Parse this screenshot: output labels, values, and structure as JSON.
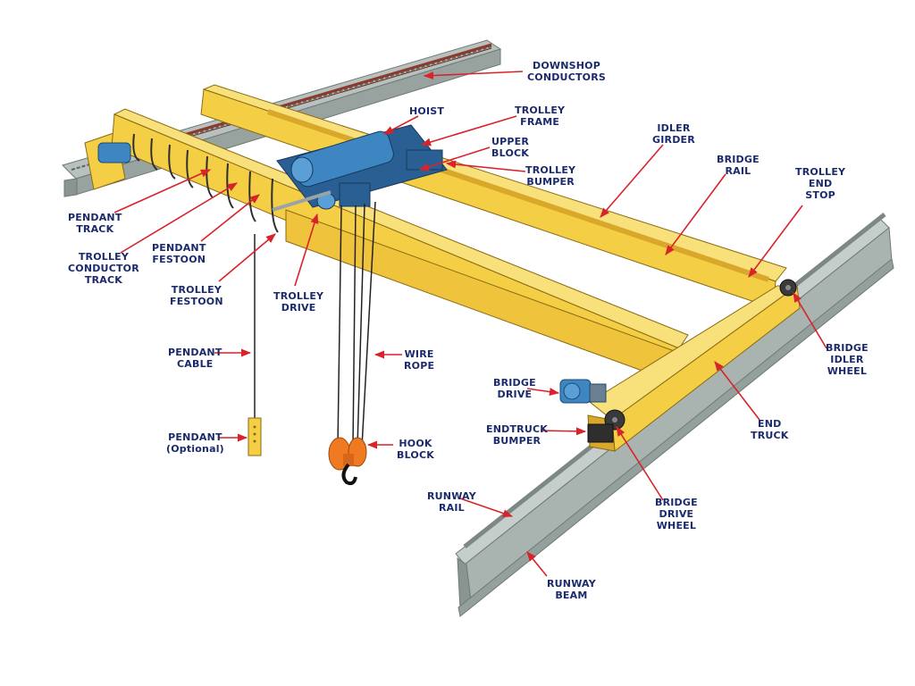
{
  "colors": {
    "yellow": "#f4cf45",
    "yellow_shade": "#d9a82b",
    "yellow_light": "#f8e07a",
    "steel": "#a9b3b0",
    "steel_dark": "#7d8784",
    "blue": "#3d86c2",
    "blue_dark": "#2a5f94",
    "orange": "#f07a22",
    "label": "#1b2a6b",
    "arrow": "#d8232a"
  },
  "labels": {
    "downshop_conductors": [
      "DOWNSHOP",
      "CONDUCTORS"
    ],
    "hoist": [
      "HOIST"
    ],
    "trolley_frame": [
      "TROLLEY",
      "FRAME"
    ],
    "upper_block": [
      "UPPER",
      "BLOCK"
    ],
    "trolley_bumper": [
      "TROLLEY",
      "BUMPER"
    ],
    "idler_girder": [
      "IDLER",
      "GIRDER"
    ],
    "bridge_rail": [
      "BRIDGE",
      "RAIL"
    ],
    "trolley_end_stop": [
      "TROLLEY",
      "END",
      "STOP"
    ],
    "pendant_track": [
      "PENDANT",
      "TRACK"
    ],
    "trolley_conductor_track": [
      "TROLLEY",
      "CONDUCTOR",
      "TRACK"
    ],
    "pendant_festoon": [
      "PENDANT",
      "FESTOON"
    ],
    "trolley_festoon": [
      "TROLLEY",
      "FESTOON"
    ],
    "trolley_drive": [
      "TROLLEY",
      "DRIVE"
    ],
    "pendant_cable": [
      "PENDANT",
      "CABLE"
    ],
    "wire_rope": [
      "WIRE",
      "ROPE"
    ],
    "pendant": [
      "PENDANT",
      "(Optional)"
    ],
    "hook_block": [
      "HOOK",
      "BLOCK"
    ],
    "bridge_drive": [
      "BRIDGE",
      "DRIVE"
    ],
    "endtruck_bumper": [
      "ENDTRUCK",
      "BUMPER"
    ],
    "bridge_idler_wheel": [
      "BRIDGE",
      "IDLER",
      "WHEEL"
    ],
    "end_truck": [
      "END",
      "TRUCK"
    ],
    "runway_rail": [
      "RUNWAY",
      "RAIL"
    ],
    "bridge_drive_wheel": [
      "BRIDGE",
      "DRIVE",
      "WHEEL"
    ],
    "runway_beam": [
      "RUNWAY",
      "BEAM"
    ]
  }
}
